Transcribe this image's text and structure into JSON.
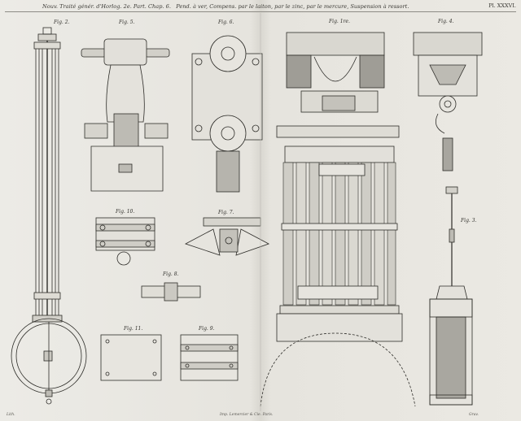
{
  "plate": {
    "title": "Nouv. Traité génér. d'Horlog. 2e. Part. Chap. 6.",
    "subtitle": "Pend. à ver, Compens. par le laiton, par le zinc, par le mercure, Suspension à ressort.",
    "plate_number": "Pl. XXXVI.",
    "footer_left": "Lith.",
    "footer_center": "Imp. Lemercier & Cie. Paris.",
    "footer_right": "Grav."
  },
  "figures": [
    {
      "id": "fig2",
      "label": "Fig. 2."
    },
    {
      "id": "fig5",
      "label": "Fig. 5."
    },
    {
      "id": "fig6",
      "label": "Fig. 6."
    },
    {
      "id": "fig1",
      "label": "Fig. 1re."
    },
    {
      "id": "fig4",
      "label": "Fig. 4."
    },
    {
      "id": "fig10",
      "label": "Fig. 10."
    },
    {
      "id": "fig7",
      "label": "Fig. 7."
    },
    {
      "id": "fig3",
      "label": "Fig. 3."
    },
    {
      "id": "fig8",
      "label": "Fig. 8."
    },
    {
      "id": "fig11",
      "label": "Fig. 11."
    },
    {
      "id": "fig9",
      "label": "Fig. 9."
    }
  ]
}
